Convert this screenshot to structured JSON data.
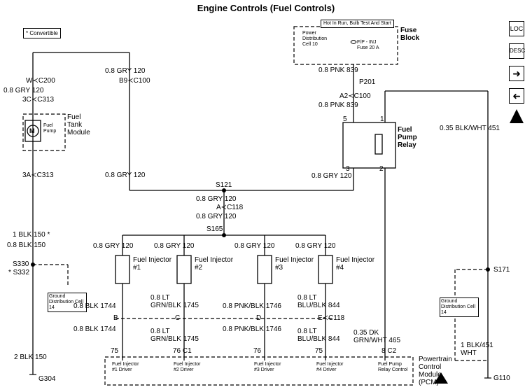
{
  "title": "Engine Controls (Fuel Controls)",
  "convertible_note": "* Convertible",
  "hot_label": "Hot In Run, Bulb Test And Start",
  "fuse_block": {
    "label": "Fuse Block",
    "pdc": "Power Distribution Cell 10",
    "fuse": "F/P - INJ Fuse 20 A"
  },
  "fuel_pump": {
    "icon_letter": "M",
    "name": "Fuel Pump",
    "module": "Fuel Tank Module"
  },
  "relay": {
    "label": "Fuel Pump Relay",
    "pins": [
      "5",
      "1",
      "3",
      "2"
    ]
  },
  "wires": {
    "left_top": "0.8 GRY",
    "left_top_n": "120",
    "c200": "W",
    "c200_conn": "C200",
    "gry120b": "0.8 GRY",
    "gry120b_n": "120",
    "c313a": "3C",
    "c313_conn": "C313",
    "c313b": "3A",
    "c313b_conn": "C313",
    "blk150a": "1 BLK",
    "blk150a_n": "150 *",
    "blk150b": "0.8 BLK",
    "blk150b_n": "150",
    "s330": "S330",
    "s332": "* S332",
    "blk150c": "2 BLK",
    "blk150c_n": "150",
    "g304": "G304",
    "gry_mid": "0.8 GRY",
    "gry_mid_n": "120",
    "b9": "B9",
    "c100": "C100",
    "gry_left_bottom": "0.8 GRY",
    "gry_left_bottom_n": "120",
    "pnk_a": "0.8 PNK",
    "pnk_a_n": "839",
    "p201": "P201",
    "a2": "A2",
    "c100b": "C100",
    "pnk_b": "0.8 PNK",
    "pnk_b_n": "839",
    "blkwht": "0.35 BLK/WHT",
    "blkwht_n": "451",
    "gry_relay": "0.8 GRY",
    "gry_relay_n": "120",
    "s121": "S121",
    "gry_s121": "0.8 GRY",
    "gry_s121_n": "120",
    "c118a": "A",
    "c118": "C118",
    "gry_s121b": "0.8 GRY",
    "gry_s121b_n": "120",
    "s165": "S165",
    "s171": "S171",
    "blkwht_b": "1 BLK/",
    "blkwht_b2": "WHT",
    "blkwht_b_n": "451",
    "g110": "G110",
    "grnwht": "0.35 DK",
    "grnwht2": "GRN/WHT",
    "grnwht_n": "465",
    "c118b": "C118"
  },
  "injectors": [
    {
      "name": "Fuel Injector",
      "num": "#1",
      "feed": "0.8 GRY",
      "feed_n": "120",
      "wire_a": "0.8 BLK",
      "wire_a_n": "1744",
      "conn": "B",
      "wire_b": "0.8 BLK",
      "wire_b_n": "1744",
      "pin": "75",
      "pcm": "Fuel Injector #1 Driver"
    },
    {
      "name": "Fuel Injector",
      "num": "#2",
      "feed": "0.8 GRY",
      "feed_n": "120",
      "wire_a": "0.8 LT",
      "wire_a2": "GRN/BLK",
      "wire_a_n": "1745",
      "conn": "C",
      "wire_b": "0.8 LT",
      "wire_b2": "GRN/BLK",
      "wire_b_n": "1745",
      "pin": "76",
      "pin_conn": "C1",
      "pcm": "Fuel Injector #2 Driver"
    },
    {
      "name": "Fuel Injector",
      "num": "#3",
      "feed": "0.8 GRY",
      "feed_n": "120",
      "wire_a": "0.8 PNK/BLK",
      "wire_a_n": "1746",
      "conn": "D",
      "wire_b": "0.8 PNK/BLK",
      "wire_b_n": "1746",
      "pin": "76",
      "pcm": "Fuel Injector #3 Driver"
    },
    {
      "name": "Fuel Injector",
      "num": "#4",
      "feed": "0.8 GRY",
      "feed_n": "120",
      "wire_a": "0.8 LT",
      "wire_a2": "BLU/BLK",
      "wire_a_n": "844",
      "conn": "E",
      "wire_b": "0.8 LT",
      "wire_b2": "BLU/BLK",
      "wire_b_n": "844",
      "pin": "75",
      "pcm": "Fuel Injector #4 Driver"
    }
  ],
  "pcm": {
    "label": "Powertrain Control Module (PCM)",
    "relay_ctrl": "Fuel Pump Relay Control",
    "relay_pin": "8",
    "relay_conn": "C2"
  },
  "ground_box": "Ground Distribution Cell 14",
  "nav": {
    "loc": "LOC",
    "desc": "DESC"
  }
}
